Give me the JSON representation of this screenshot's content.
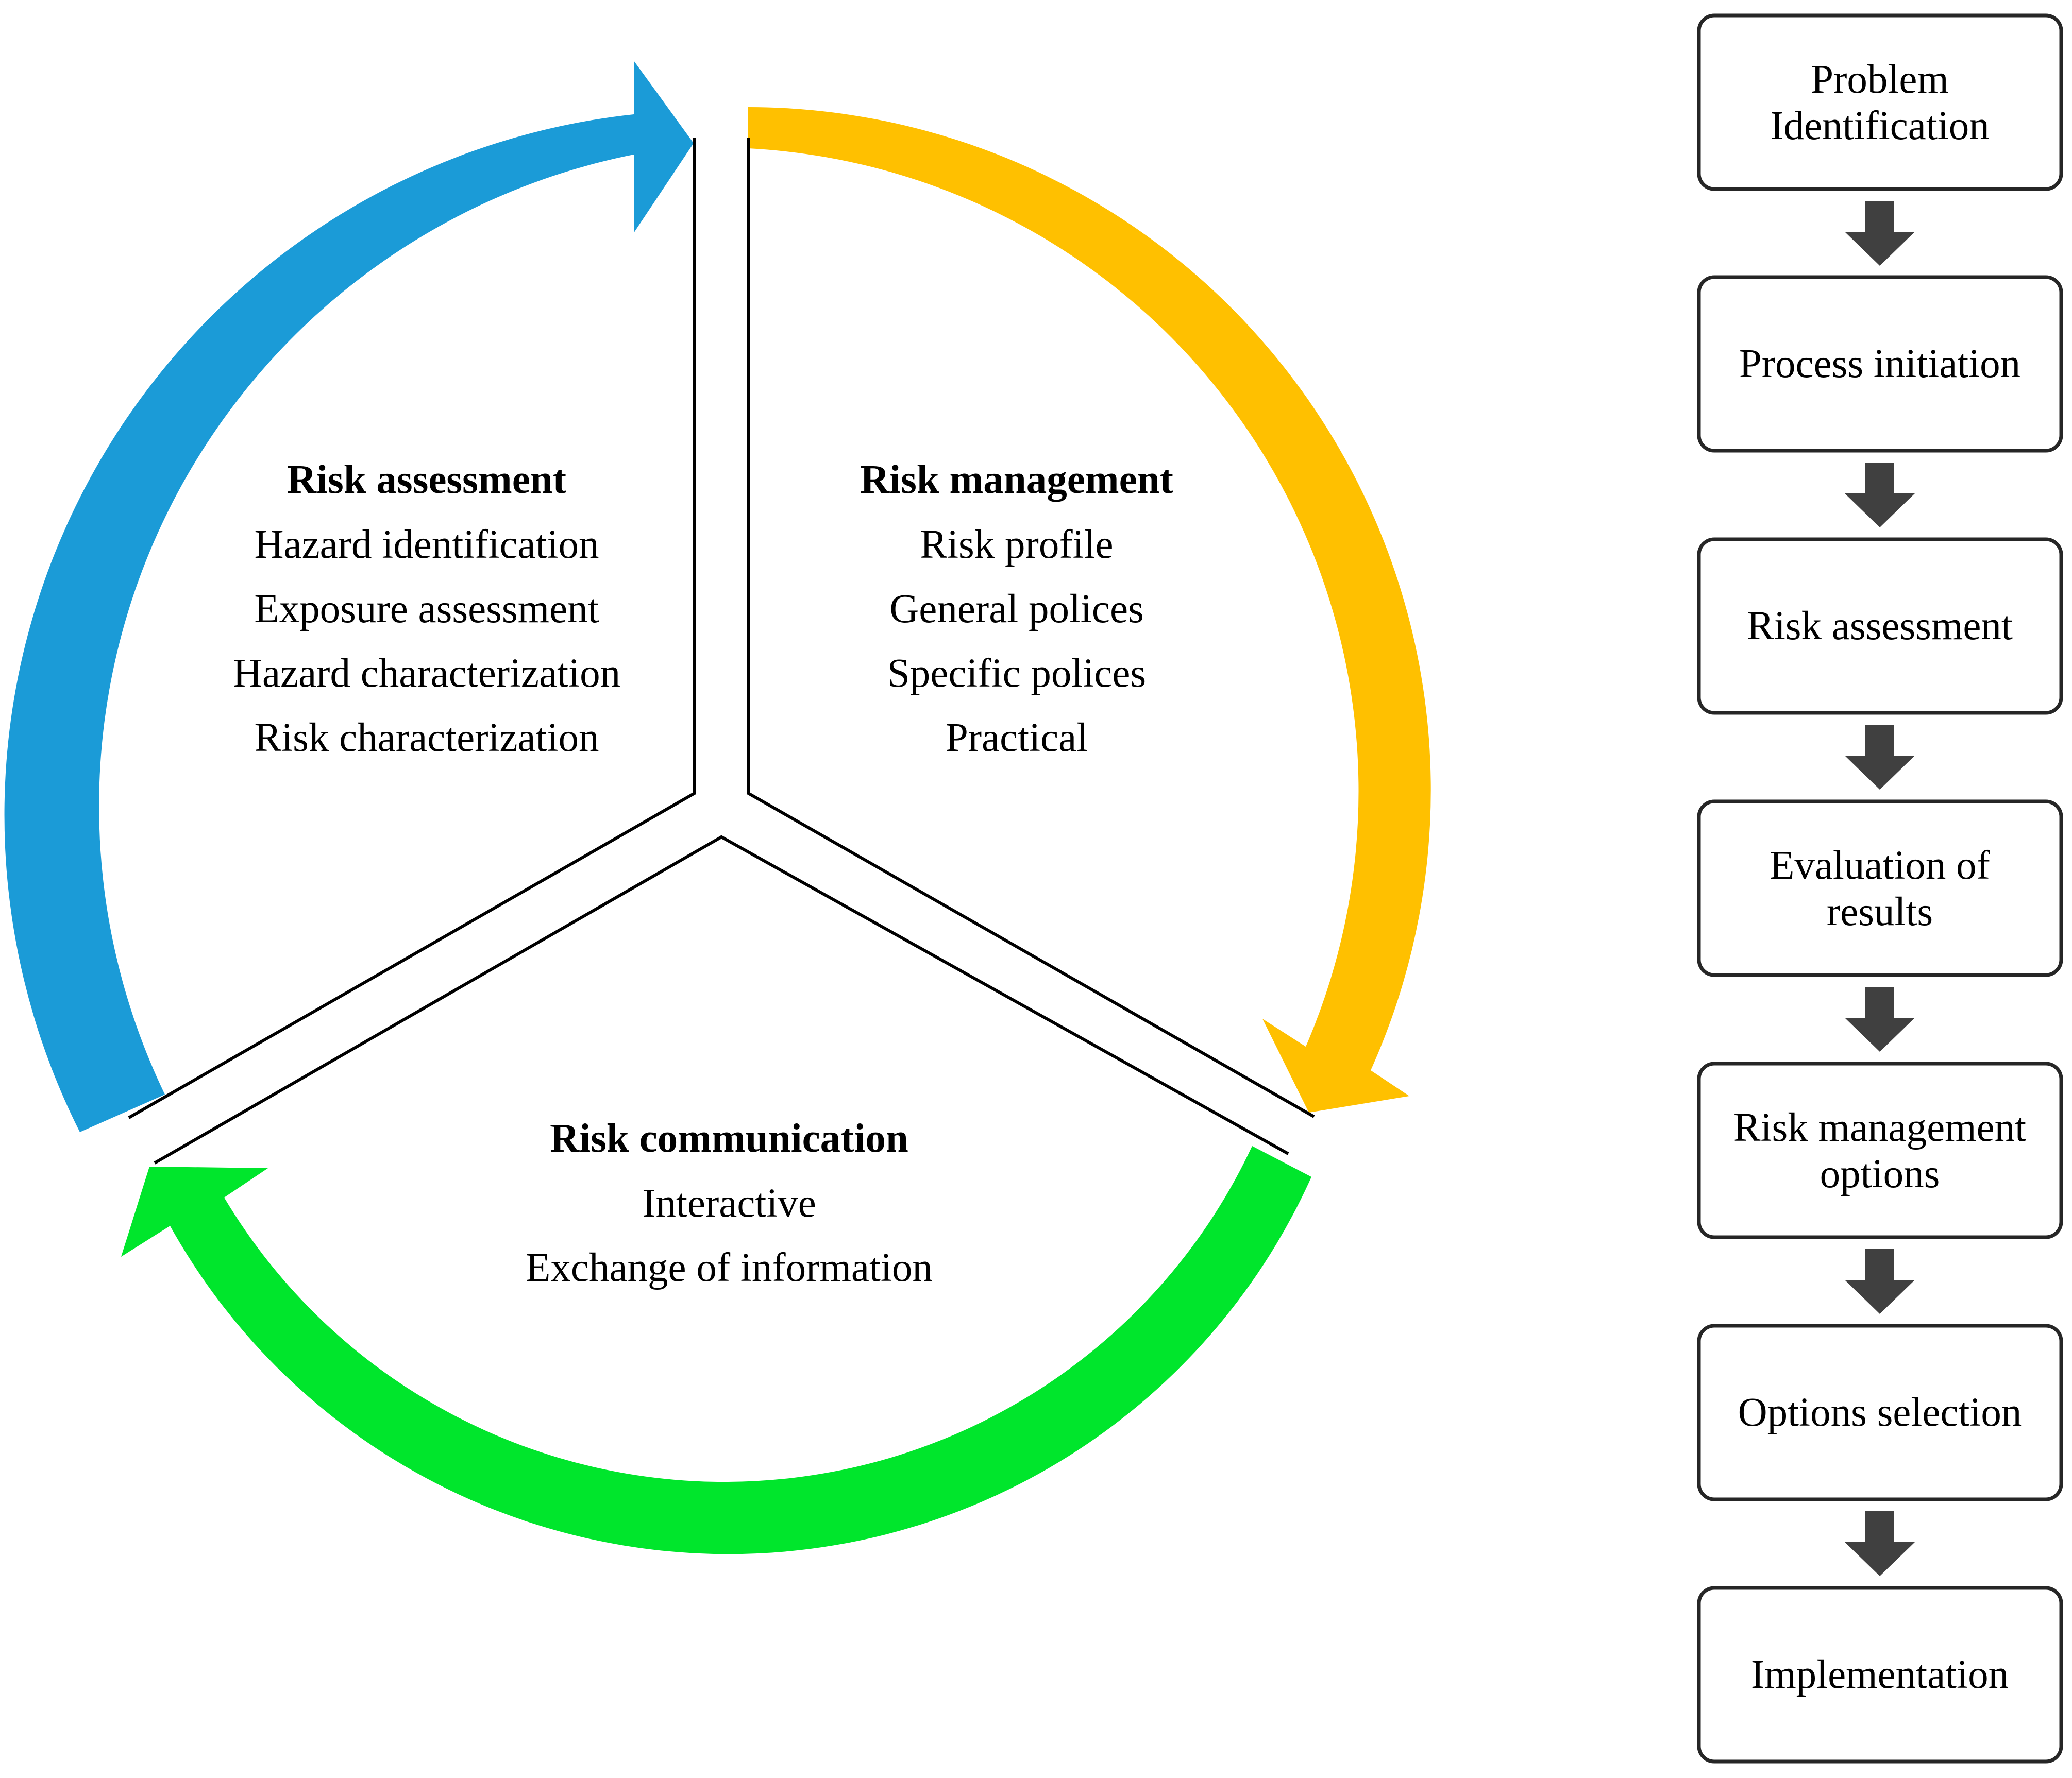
{
  "cycle": {
    "assessment": {
      "title": "Risk assessment",
      "items": [
        "Hazard identification",
        "Exposure assessment",
        "Hazard characterization",
        "Risk characterization"
      ],
      "color": "#1b9bd7"
    },
    "management": {
      "title": "Risk management",
      "items": [
        "Risk profile",
        "General polices",
        "Specific polices",
        "Practical"
      ],
      "color": "#ffc000"
    },
    "communication": {
      "title": "Risk communication",
      "items": [
        "Interactive",
        "Exchange of information"
      ],
      "color": "#00e62c"
    }
  },
  "flow": {
    "steps": [
      [
        "Problem",
        "Identification"
      ],
      [
        "Process initiation"
      ],
      [
        "Risk assessment"
      ],
      [
        "Evaluation of",
        "results"
      ],
      [
        "Risk management",
        "options"
      ],
      [
        "Options selection"
      ],
      [
        "Implementation"
      ]
    ],
    "arrow_color": "#404040"
  }
}
